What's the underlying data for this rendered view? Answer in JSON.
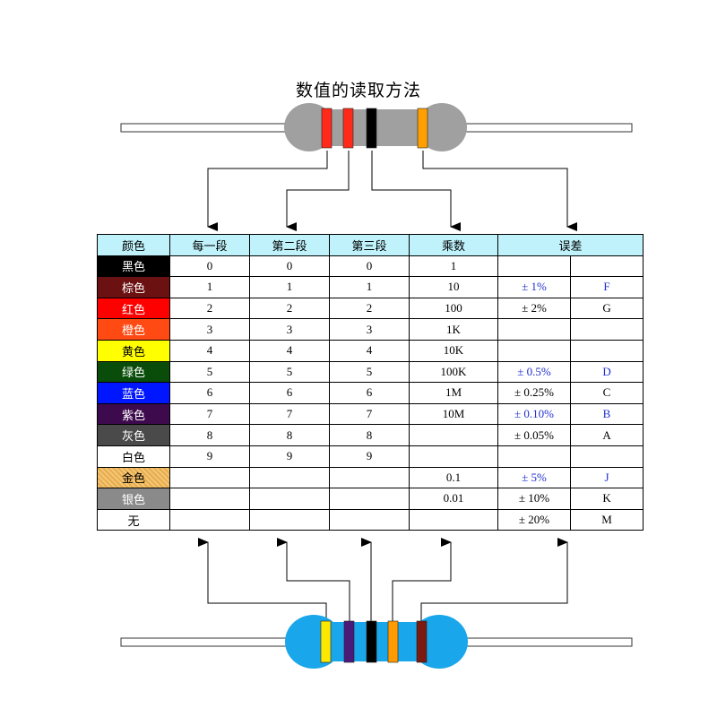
{
  "title": "数值的读取方法",
  "colors": {
    "header_bg": "#bff2fa",
    "tolerance_text": "#1f2fcf",
    "top_resistor_body": "#a0a0a0",
    "bottom_resistor_body": "#1aa6ea"
  },
  "table": {
    "headers": [
      "颜色",
      "每一段",
      "第二段",
      "第三段",
      "乘数",
      "误差"
    ],
    "rows": [
      {
        "color": "黑色",
        "swatch": "#000000",
        "text_color": "#ffffff",
        "d1": "0",
        "d2": "0",
        "d3": "0",
        "multiplier": "1",
        "tolerance": "",
        "tol_code": ""
      },
      {
        "color": "棕色",
        "swatch": "#6b1111",
        "text_color": "#ffffff",
        "d1": "1",
        "d2": "1",
        "d3": "1",
        "multiplier": "10",
        "tolerance": "± 1%",
        "tol_code": "F",
        "blue": true
      },
      {
        "color": "红色",
        "swatch": "#ff0000",
        "text_color": "#ffffff",
        "d1": "2",
        "d2": "2",
        "d3": "2",
        "multiplier": "100",
        "tolerance": "± 2%",
        "tol_code": "G"
      },
      {
        "color": "橙色",
        "swatch": "#ff4a14",
        "text_color": "#ffffff",
        "d1": "3",
        "d2": "3",
        "d3": "3",
        "multiplier": "1K",
        "tolerance": "",
        "tol_code": ""
      },
      {
        "color": "黄色",
        "swatch": "#ffff00",
        "text_color": "#000000",
        "d1": "4",
        "d2": "4",
        "d3": "4",
        "multiplier": "10K",
        "tolerance": "",
        "tol_code": ""
      },
      {
        "color": "绿色",
        "swatch": "#0a4d0a",
        "text_color": "#ffffff",
        "d1": "5",
        "d2": "5",
        "d3": "5",
        "multiplier": "100K",
        "tolerance": "± 0.5%",
        "tol_code": "D",
        "blue": true
      },
      {
        "color": "蓝色",
        "swatch": "#0016ff",
        "text_color": "#ffffff",
        "d1": "6",
        "d2": "6",
        "d3": "6",
        "multiplier": "1M",
        "tolerance": "± 0.25%",
        "tol_code": "C"
      },
      {
        "color": "紫色",
        "swatch": "#3d0a4d",
        "text_color": "#ffffff",
        "d1": "7",
        "d2": "7",
        "d3": "7",
        "multiplier": "10M",
        "tolerance": "± 0.10%",
        "tol_code": "B",
        "blue": true
      },
      {
        "color": "灰色",
        "swatch": "#4a4a4a",
        "text_color": "#ffffff",
        "d1": "8",
        "d2": "8",
        "d3": "8",
        "multiplier": "",
        "tolerance": "± 0.05%",
        "tol_code": "A"
      },
      {
        "color": "白色",
        "swatch": "#ffffff",
        "text_color": "#000000",
        "d1": "9",
        "d2": "9",
        "d3": "9",
        "multiplier": "",
        "tolerance": "",
        "tol_code": ""
      },
      {
        "color": "金色",
        "swatch": "gold-pattern",
        "text_color": "#000000",
        "d1": "",
        "d2": "",
        "d3": "",
        "multiplier": "0.1",
        "tolerance": "± 5%",
        "tol_code": "J",
        "blue": true
      },
      {
        "color": "银色",
        "swatch": "#8a8a8a",
        "text_color": "#ffffff",
        "d1": "",
        "d2": "",
        "d3": "",
        "multiplier": "0.01",
        "tolerance": "± 10%",
        "tol_code": "K"
      },
      {
        "color": "无",
        "swatch": "#ffffff",
        "text_color": "#000000",
        "d1": "",
        "d2": "",
        "d3": "",
        "multiplier": "",
        "tolerance": "± 20%",
        "tol_code": "M"
      }
    ]
  },
  "top_resistor": {
    "band_colors": [
      "#ff2a1a",
      "#ff2a1a",
      "#000000",
      "#ffa000"
    ]
  },
  "bottom_resistor": {
    "band_colors": [
      "#ffe800",
      "#4a1a7a",
      "#000000",
      "#ff9a00",
      "#7a1a10"
    ]
  }
}
